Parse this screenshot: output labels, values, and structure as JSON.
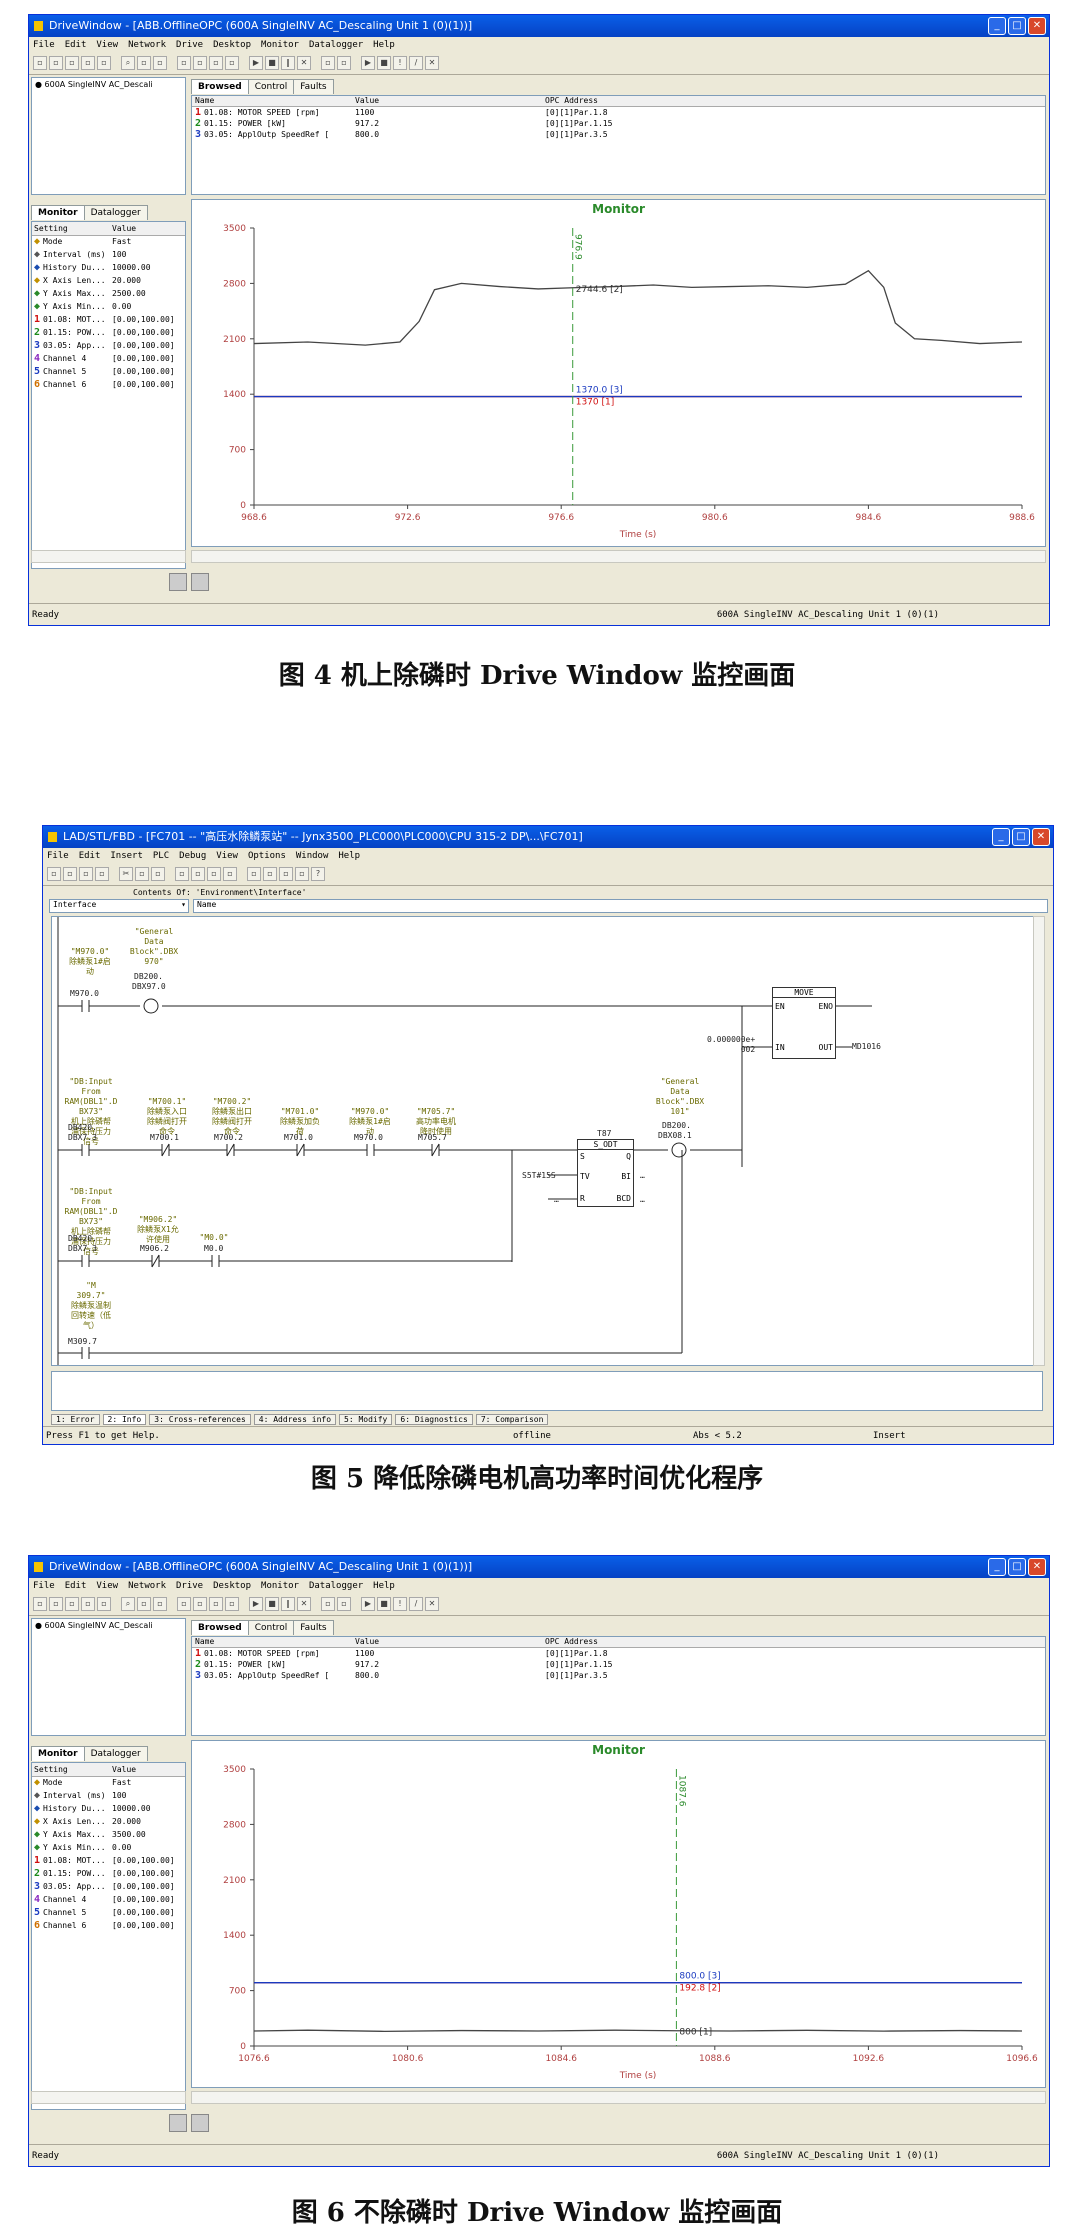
{
  "shared": {
    "menu": [
      "File",
      "Edit",
      "View",
      "Network",
      "Drive",
      "Desktop",
      "Monitor",
      "Datalogger",
      "Help"
    ],
    "tree_root": "600A SingleINV AC_Descali",
    "tabs": [
      "Browsed",
      "Control",
      "Faults"
    ],
    "table_headers": [
      "Name",
      "Value",
      "OPC Address"
    ],
    "monitor_tabs": [
      "Monitor",
      "Datalogger"
    ],
    "setting_headers": [
      "Setting",
      "Value"
    ],
    "monitor_title": "Monitor",
    "status_left": "Ready",
    "status_right": "600A SingleINV AC_Descaling  Unit  1 (0)(1)",
    "x_axis_label": "Time (s)"
  },
  "window1": {
    "title": "DriveWindow - [ABB.OfflineOPC (600A SingleINV AC_Descaling  Unit  1 (0)(1))]",
    "rows": [
      {
        "n": "1",
        "name": "01.08: MOTOR SPEED [rpm]",
        "value": "1100",
        "opc": "[0][1]Par.1.8"
      },
      {
        "n": "2",
        "name": "01.15: POWER [kW]",
        "value": "917.2",
        "opc": "[0][1]Par.1.15"
      },
      {
        "n": "3",
        "name": "03.05: ApplOutp SpeedRef [",
        "value": "800.0",
        "opc": "[0][1]Par.3.5"
      }
    ],
    "settings": [
      {
        "n": "",
        "name": "Mode",
        "value": "Fast",
        "color": "#c09000"
      },
      {
        "n": "",
        "name": "Interval (ms)",
        "value": "100",
        "color": "#555"
      },
      {
        "n": "",
        "name": "History Du...",
        "value": "10000.00",
        "color": "#1a4db0"
      },
      {
        "n": "",
        "name": "X Axis Len...",
        "value": "20.000",
        "color": "#c09000"
      },
      {
        "n": "",
        "name": "Y Axis Max...",
        "value": "2500.00",
        "color": "#2a8a2a"
      },
      {
        "n": "",
        "name": "Y Axis Min...",
        "value": "0.00",
        "color": "#2a8a2a"
      },
      {
        "n": "1",
        "name": "01.08: MOT...",
        "value": "[0.00,100.00]",
        "color": "#d01010"
      },
      {
        "n": "2",
        "name": "01.15: POW...",
        "value": "[0.00,100.00]",
        "color": "#1a8a1a"
      },
      {
        "n": "3",
        "name": "03.05: App...",
        "value": "[0.00,100.00]",
        "color": "#1a3ac0"
      },
      {
        "n": "4",
        "name": "Channel 4",
        "value": "[0.00,100.00]",
        "color": "#8a2ac0"
      },
      {
        "n": "5",
        "name": "Channel 5",
        "value": "[0.00,100.00]",
        "color": "#1a3ac0"
      },
      {
        "n": "6",
        "name": "Channel 6",
        "value": "[0.00,100.00]",
        "color": "#d07000"
      }
    ],
    "cursor_label": "976.9",
    "marker_labels": [
      "2744.6 [2]",
      "1370.0 [3]",
      "1370 [1]"
    ]
  },
  "window3": {
    "title": "DriveWindow - [ABB.OfflineOPC (600A SingleINV AC_Descaling  Unit  1 (0)(1))]",
    "rows": [
      {
        "n": "1",
        "name": "01.08: MOTOR SPEED [rpm]",
        "value": "1100",
        "opc": "[0][1]Par.1.8"
      },
      {
        "n": "2",
        "name": "01.15: POWER [kW]",
        "value": "917.2",
        "opc": "[0][1]Par.1.15"
      },
      {
        "n": "3",
        "name": "03.05: ApplOutp SpeedRef [",
        "value": "800.0",
        "opc": "[0][1]Par.3.5"
      }
    ],
    "settings": [
      {
        "n": "",
        "name": "Mode",
        "value": "Fast",
        "color": "#c09000"
      },
      {
        "n": "",
        "name": "Interval (ms)",
        "value": "100",
        "color": "#555"
      },
      {
        "n": "",
        "name": "History Du...",
        "value": "10000.00",
        "color": "#1a4db0"
      },
      {
        "n": "",
        "name": "X Axis Len...",
        "value": "20.000",
        "color": "#c09000"
      },
      {
        "n": "",
        "name": "Y Axis Max...",
        "value": "3500.00",
        "color": "#2a8a2a"
      },
      {
        "n": "",
        "name": "Y Axis Min...",
        "value": "0.00",
        "color": "#2a8a2a"
      },
      {
        "n": "1",
        "name": "01.08: MOT...",
        "value": "[0.00,100.00]",
        "color": "#d01010"
      },
      {
        "n": "2",
        "name": "01.15: POW...",
        "value": "[0.00,100.00]",
        "color": "#1a8a1a"
      },
      {
        "n": "3",
        "name": "03.05: App...",
        "value": "[0.00,100.00]",
        "color": "#1a3ac0"
      },
      {
        "n": "4",
        "name": "Channel 4",
        "value": "[0.00,100.00]",
        "color": "#8a2ac0"
      },
      {
        "n": "5",
        "name": "Channel 5",
        "value": "[0.00,100.00]",
        "color": "#1a3ac0"
      },
      {
        "n": "6",
        "name": "Channel 6",
        "value": "[0.00,100.00]",
        "color": "#d07000"
      }
    ],
    "cursor_label": "1087.6",
    "marker_labels": [
      "800 [1]",
      "800.0 [3]",
      "192.8 [2]"
    ]
  },
  "chart_data": [
    {
      "type": "line",
      "title": "Monitor",
      "xlabel": "Time (s)",
      "xlim": [
        968.6,
        988.6
      ],
      "ylim": [
        0,
        3500
      ],
      "x_ticks": [
        968.6,
        972.6,
        976.6,
        980.6,
        984.6,
        988.6
      ],
      "y_ticks": [
        0,
        700,
        1400,
        2100,
        2800,
        3500
      ],
      "cursor_x": 976.9,
      "series": [
        {
          "name": "2",
          "color": "#444444",
          "x": [
            968.6,
            970,
            971.5,
            972.4,
            972.9,
            973.3,
            974,
            975,
            976,
            976.9,
            978,
            979,
            980,
            981,
            982,
            983,
            984,
            984.6,
            985,
            985.3,
            985.8,
            986.5,
            987.5,
            988.6
          ],
          "y": [
            2040,
            2060,
            2020,
            2060,
            2320,
            2720,
            2800,
            2760,
            2730,
            2744.6,
            2760,
            2780,
            2750,
            2760,
            2770,
            2750,
            2790,
            2960,
            2750,
            2300,
            2100,
            2080,
            2040,
            2060
          ]
        },
        {
          "name": "1",
          "color": "#d01010",
          "x": [
            968.6,
            988.6
          ],
          "y": [
            1370,
            1370
          ]
        },
        {
          "name": "3",
          "color": "#1a3ac0",
          "x": [
            968.6,
            988.6
          ],
          "y": [
            1370,
            1370
          ]
        }
      ]
    },
    {
      "type": "line",
      "title": "Monitor",
      "xlabel": "Time (s)",
      "xlim": [
        1076.6,
        1096.6
      ],
      "ylim": [
        0,
        3500
      ],
      "x_ticks": [
        1076.6,
        1080.6,
        1084.6,
        1088.6,
        1092.6,
        1096.6
      ],
      "y_ticks": [
        0,
        700,
        1400,
        2100,
        2800,
        3500
      ],
      "cursor_x": 1087.6,
      "series": [
        {
          "name": "2",
          "color": "#444444",
          "x": [
            1076.6,
            1078,
            1080,
            1082,
            1084,
            1086,
            1087.6,
            1089,
            1091,
            1093,
            1095,
            1096.6
          ],
          "y": [
            190,
            200,
            185,
            195,
            190,
            200,
            192.8,
            190,
            198,
            188,
            195,
            190
          ]
        },
        {
          "name": "1",
          "color": "#d01010",
          "x": [
            1076.6,
            1096.6
          ],
          "y": [
            800,
            800
          ]
        },
        {
          "name": "3",
          "color": "#1a3ac0",
          "x": [
            1076.6,
            1096.6
          ],
          "y": [
            800,
            800
          ]
        }
      ]
    }
  ],
  "ide": {
    "title": "LAD/STL/FBD  - [FC701 -- \"高压水除鳞泵站\" -- Jynx3500_PLC000\\PLC000\\CPU 315-2 DP\\...\\FC701]",
    "menu": [
      "File",
      "Edit",
      "Insert",
      "PLC",
      "Debug",
      "View",
      "Options",
      "Window",
      "Help"
    ],
    "contents_of": "Contents Of: 'Environment\\Interface'",
    "interface_label": "Interface",
    "name_col": "Name",
    "status_left": "Press F1 to get Help.",
    "status_mid": "offline",
    "status_abs": "Abs < 5.2",
    "status_insert": "Insert",
    "bottom_tabs": [
      "1: Error",
      "2: Info",
      "3: Cross-references",
      "4: Address info",
      "5: Modify",
      "6: Diagnostics",
      "7: Comparison"
    ],
    "ladder": {
      "r1_c1": "\"M970.0\"\n除鳞泵1#启\n动",
      "r1_c1_addr": "M970.0",
      "r1_c2": "\"General\nData\nBlock\".DBX\n970\"",
      "r1_c2_db": "DB200.",
      "r1_c2_addr": "DBX97.0",
      "move_title": "MOVE",
      "move_en": "EN",
      "move_eno": "ENO",
      "move_in": "IN",
      "move_out": "OUT",
      "move_in_val": "0.000000e+\n002",
      "move_out_val": "MD1016",
      "r2_c1": "\"DB:Input\nFrom\nRAM(DBL1\".D\nBX73\"\n机上除磷帮\n浦保持压力\n信号",
      "r2_c1_db": "DB420.",
      "r2_c1_addr": "DBX7.3",
      "r2_c2": "\"M700.1\"\n除鳞泵入口\n除鳞阀打开\n命令",
      "r2_c2_addr": "M700.1",
      "r2_c3": "\"M700.2\"\n除鳞泵出口\n除鳞阀打开\n命令",
      "r2_c3_addr": "M700.2",
      "r2_c4": "\"M701.0\"\n除鳞泵加负\n荷",
      "r2_c4_addr": "M701.0",
      "r2_c5": "\"M970.0\"\n除鳞泵1#启\n动",
      "r2_c5_addr": "M970.0",
      "r2_c6": "\"M705.7\"\n高功率电机\n降时使用",
      "r2_c6_addr": "M705.7",
      "timer_label": "T87",
      "timer_name": "S_ODT",
      "timer_s": "S",
      "timer_q": "Q",
      "timer_tv": "TV",
      "timer_bi": "BI",
      "timer_r": "R",
      "timer_bcd": "BCD",
      "timer_tv_val": "S5T#15S",
      "r2_out": "\"General\nData\nBlock\".DBX\n101\"",
      "r2_out_db": "DB200.",
      "r2_out_addr": "DBX08.1",
      "r3_c1": "\"DB:Input\nFrom\nRAM(DBL1\".D\nBX73\"\n机上除磷帮\n浦保持压力\n信号",
      "r3_c1_db": "DB420.",
      "r3_c1_addr": "DBX7.3",
      "r3_c2": "\"M906.2\"\n除鳞泵X1允\n许使用",
      "r3_c2_addr": "M906.2",
      "r3_c3": "\"M0.0\"",
      "r3_c3_addr": "M0.0",
      "r4_c1": "\"M\n309.7\"\n除鳞泵温制\n回转速（低\n气）",
      "r4_c1_addr": "M309.7"
    }
  },
  "captions": {
    "fig4": "图 4  机上除磷时 Drive Window 监控画面",
    "fig5": "图 5  降低除磷电机高功率时间优化程序",
    "fig6": "图 6  不除磷时 Drive Window 监控画面"
  }
}
